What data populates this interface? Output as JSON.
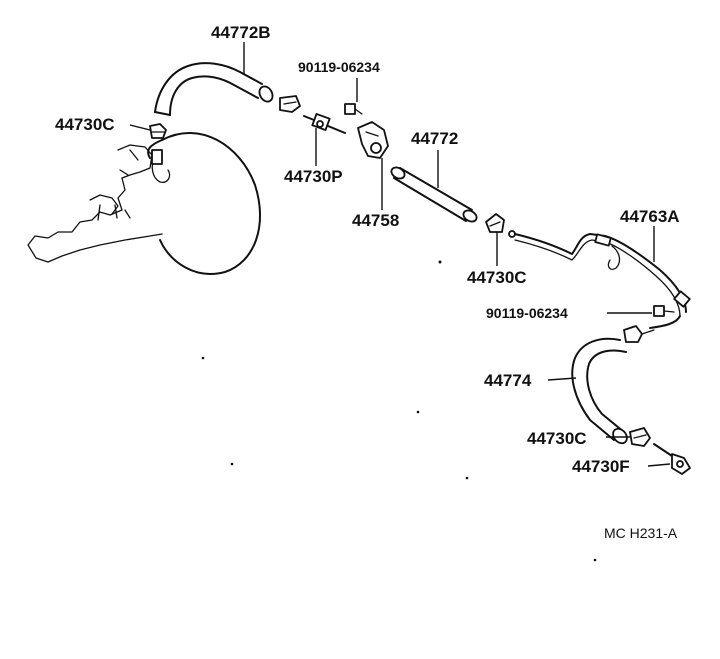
{
  "diagram": {
    "reference_code": "MC H231-A",
    "parts": [
      {
        "id": "hose-upper-left",
        "label": "44772B"
      },
      {
        "id": "bolt-upper",
        "label": "90119-06234"
      },
      {
        "id": "clamp-left",
        "label": "44730C"
      },
      {
        "id": "hose-middle",
        "label": "44772"
      },
      {
        "id": "check-valve",
        "label": "44730P"
      },
      {
        "id": "bracket",
        "label": "44758"
      },
      {
        "id": "clamp-middle",
        "label": "44730C"
      },
      {
        "id": "pipe",
        "label": "44763A"
      },
      {
        "id": "bolt-lower",
        "label": "90119-06234"
      },
      {
        "id": "hose-lower",
        "label": "44774"
      },
      {
        "id": "clamp-lower",
        "label": "44730C"
      },
      {
        "id": "union-fitting",
        "label": "44730F"
      }
    ]
  }
}
